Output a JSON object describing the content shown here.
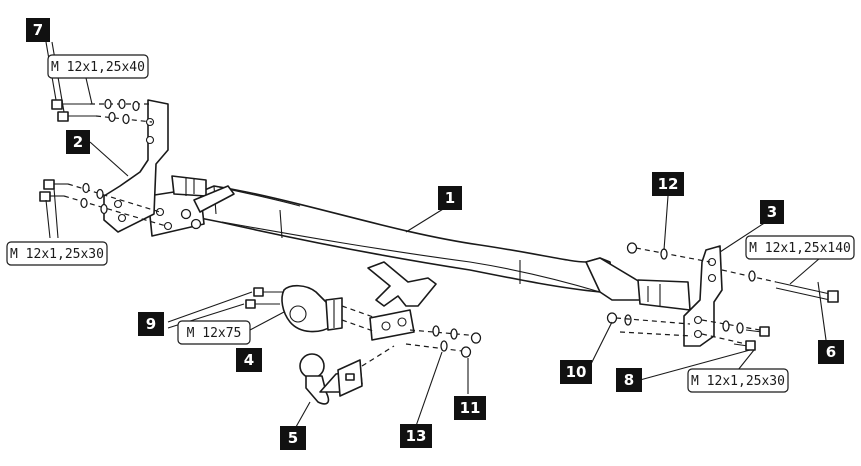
{
  "tags": {
    "t1": "1",
    "t2": "2",
    "t3": "3",
    "t4": "4",
    "t5": "5",
    "t6": "6",
    "t7": "7",
    "t8": "8",
    "t9": "9",
    "t10": "10",
    "t11": "11",
    "t12": "12",
    "t13": "13"
  },
  "specs": {
    "bolt_m12_40": "M 12x1,25x40",
    "bolt_m12_30_left": "M 12x1,25x30",
    "bolt_m12_75": "M 12x75",
    "bolt_m12_140": "M 12x1,25x140",
    "bolt_m12_30_right": "M 12x1,25x30"
  },
  "colors": {
    "line": "#1a1a1a",
    "tag_fill": "#111111",
    "tag_text": "#ffffff"
  }
}
